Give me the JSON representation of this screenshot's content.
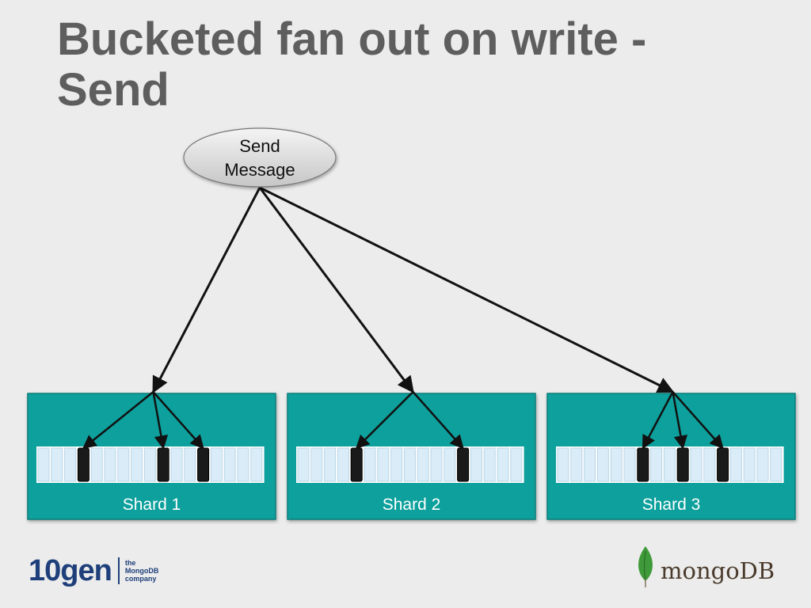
{
  "slide": {
    "title": "Bucketed fan out on write -\nSend"
  },
  "diagram": {
    "source_node": {
      "line1": "Send",
      "line2": "Message"
    },
    "shards": [
      {
        "label": "Shard 1",
        "bucket_count": 17,
        "highlighted_buckets": [
          3,
          9,
          12
        ]
      },
      {
        "label": "Shard 2",
        "bucket_count": 17,
        "highlighted_buckets": [
          4,
          12
        ]
      },
      {
        "label": "Shard 3",
        "bucket_count": 17,
        "highlighted_buckets": [
          6,
          9,
          12
        ]
      }
    ],
    "colors": {
      "shard_fill": "#0fa09c",
      "bucket_fill": "#d9ecf7",
      "highlight_fill": "#1a1a1a",
      "arrow": "#111111",
      "node_fill": "#d8d8d8"
    }
  },
  "footer": {
    "left_logo": {
      "wordmark": "10gen",
      "tagline": "the\nMongoDB\ncompany"
    },
    "right_logo": {
      "wordmark": "mongoDB",
      "icon": "mongodb-leaf-icon"
    }
  }
}
